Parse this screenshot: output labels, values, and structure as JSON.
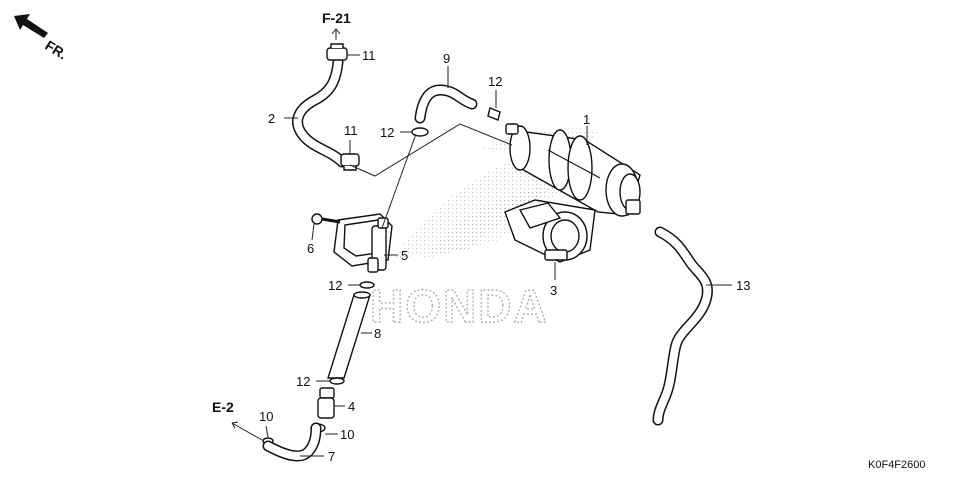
{
  "diagram": {
    "code": "K0F4F2600",
    "direction_label": "FR.",
    "watermark": "HONDA",
    "refs": [
      {
        "id": "f21",
        "text": "F-21"
      },
      {
        "id": "e2",
        "text": "E-2"
      }
    ],
    "callouts": [
      {
        "id": "c1",
        "text": "1"
      },
      {
        "id": "c2",
        "text": "2"
      },
      {
        "id": "c3",
        "text": "3"
      },
      {
        "id": "c4",
        "text": "4"
      },
      {
        "id": "c5",
        "text": "5"
      },
      {
        "id": "c6",
        "text": "6"
      },
      {
        "id": "c7",
        "text": "7"
      },
      {
        "id": "c8",
        "text": "8"
      },
      {
        "id": "c9",
        "text": "9"
      },
      {
        "id": "c10a",
        "text": "10"
      },
      {
        "id": "c10b",
        "text": "10"
      },
      {
        "id": "c11a",
        "text": "11"
      },
      {
        "id": "c11b",
        "text": "11"
      },
      {
        "id": "c12a",
        "text": "12"
      },
      {
        "id": "c12b",
        "text": "12"
      },
      {
        "id": "c12c",
        "text": "12"
      },
      {
        "id": "c12d",
        "text": "12"
      },
      {
        "id": "c13",
        "text": "13"
      }
    ]
  }
}
